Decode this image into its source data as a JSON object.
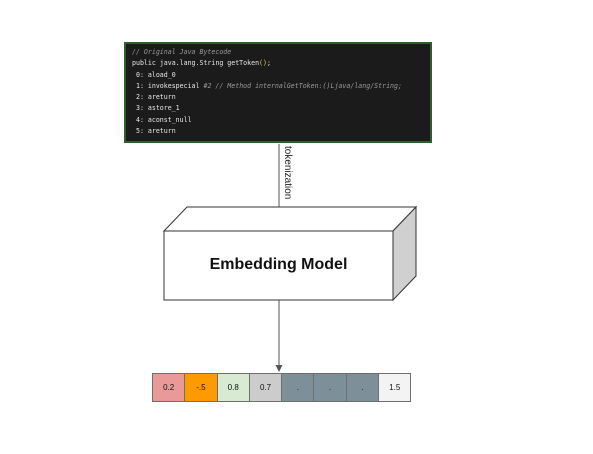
{
  "code_block": {
    "lines": [
      [
        {
          "t": "// Original Java Bytecode",
          "k": "comment"
        }
      ],
      [
        {
          "t": "public java.lang.String getToken",
          "k": "plain"
        },
        {
          "t": "()",
          "k": "paren"
        },
        {
          "t": ";",
          "k": "plain"
        }
      ],
      [
        {
          "t": " 0: aload_0",
          "k": "plain"
        }
      ],
      [
        {
          "t": " 1: invokespecial ",
          "k": "plain"
        },
        {
          "t": "#2 // Method internalGetToken:()Ljava/lang/String;",
          "k": "ref"
        }
      ],
      [
        {
          "t": " 2: areturn",
          "k": "plain"
        }
      ],
      [
        {
          "t": " 3: astore_1",
          "k": "plain"
        }
      ],
      [
        {
          "t": " 4: aconst_null",
          "k": "plain"
        }
      ],
      [
        {
          "t": " 5: areturn",
          "k": "plain"
        }
      ]
    ]
  },
  "edge_label": "tokenization",
  "model_label": "Embedding Model",
  "embedding": [
    {
      "label": "0.2",
      "color": "#ea9999"
    },
    {
      "label": "-.5",
      "color": "#ff9900"
    },
    {
      "label": "0.8",
      "color": "#d9ead3"
    },
    {
      "label": "0.7",
      "color": "#cccccc"
    },
    {
      "label": ".",
      "color": "#7d909a"
    },
    {
      "label": ".",
      "color": "#7d909a"
    },
    {
      "label": ".",
      "color": "#7d909a"
    },
    {
      "label": "1.5",
      "color": "#f3f3f3"
    }
  ],
  "colors": {
    "code_bg": "#1b1b1b",
    "code_border": "#2f5e2f",
    "box_side": "#d0d0d0",
    "arrow": "#555555"
  }
}
